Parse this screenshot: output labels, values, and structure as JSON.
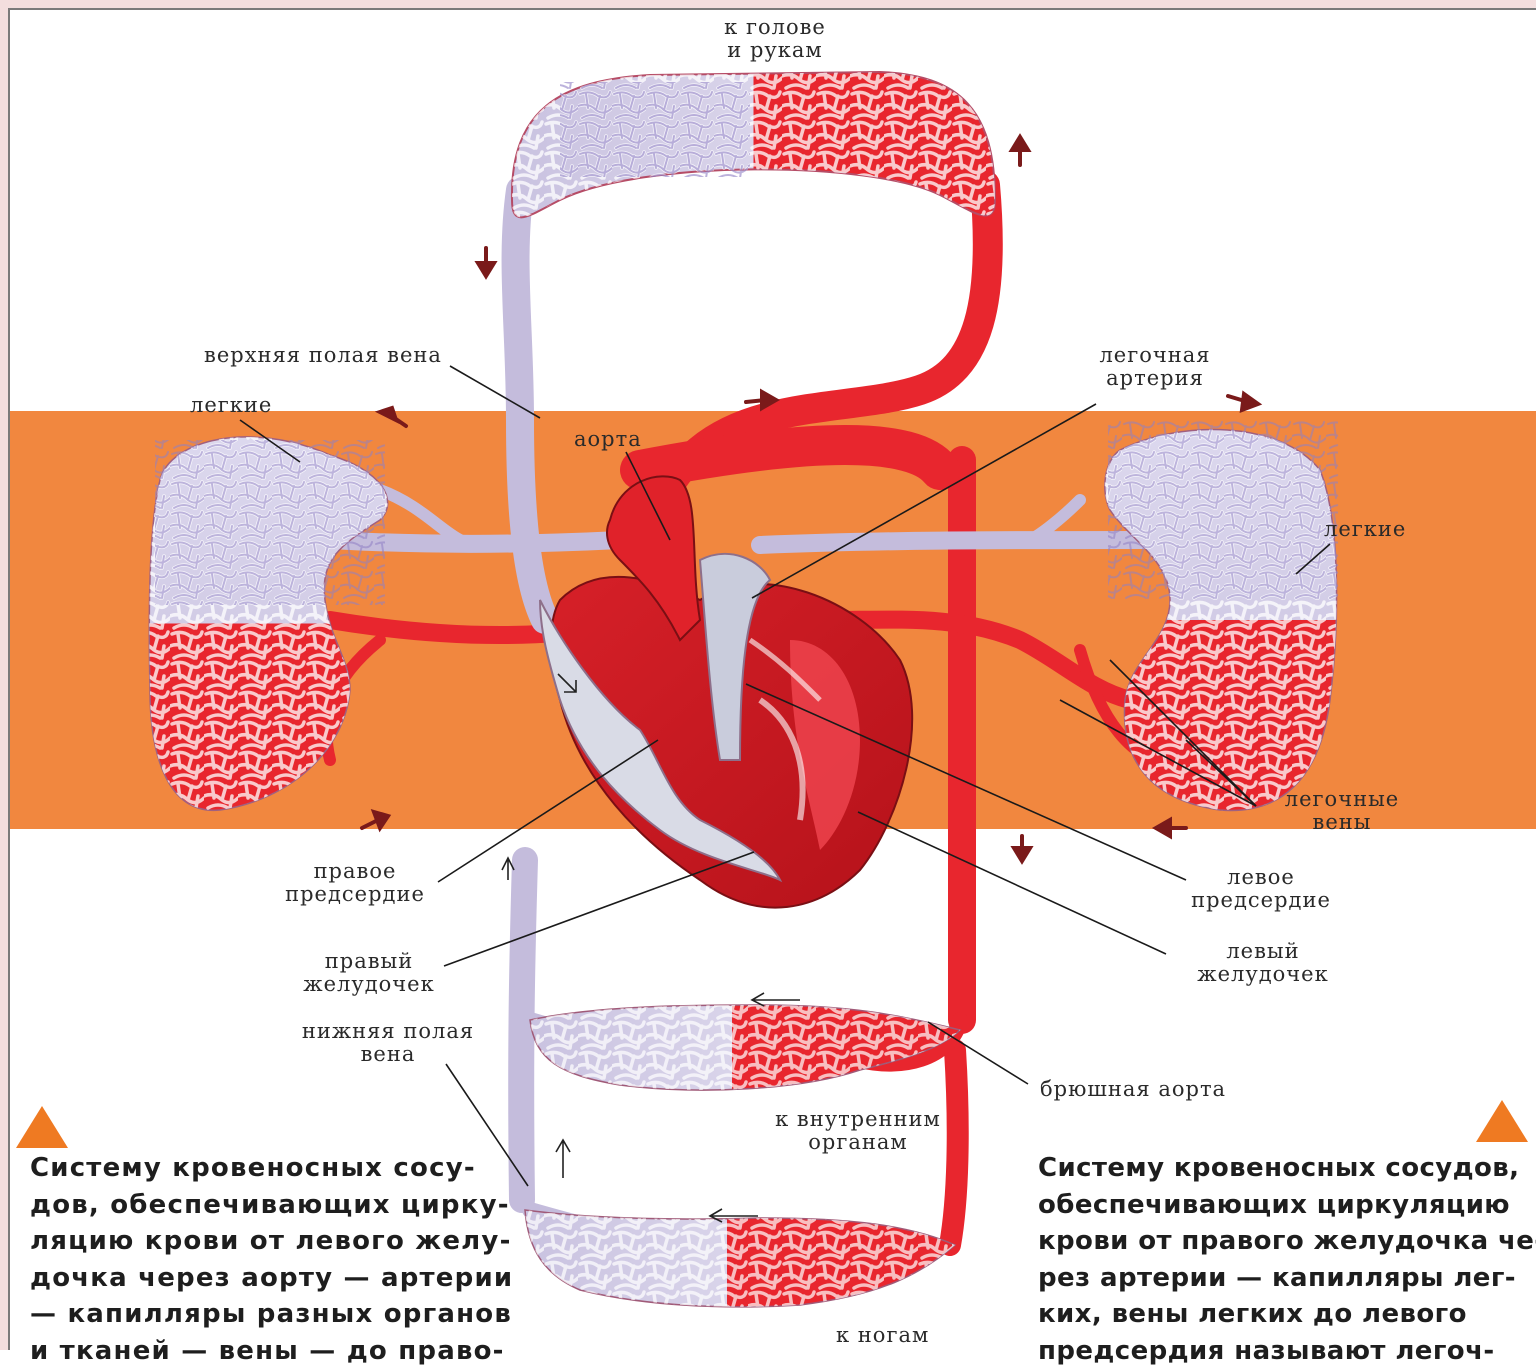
{
  "labels": {
    "to_head_1": "к голове",
    "to_head_2": "и рукам",
    "superior_vena_cava": "верхняя полая вена",
    "lungs_left": "легкие",
    "aorta": "аорта",
    "pulmonary_artery_1": "легочная",
    "pulmonary_artery_2": "артерия",
    "lungs_right": "легкие",
    "pulmonary_veins_1": "легочные",
    "pulmonary_veins_2": "вены",
    "right_atrium_1": "правое",
    "right_atrium_2": "предсердие",
    "left_atrium_1": "левое",
    "left_atrium_2": "предсердие",
    "right_ventricle_1": "правый",
    "right_ventricle_2": "желудочек",
    "left_ventricle_1": "левый",
    "left_ventricle_2": "желудочек",
    "inferior_vena_cava_1": "нижняя полая",
    "inferior_vena_cava_2": "вена",
    "abdominal_aorta": "брюшная аорта",
    "to_internal_organs_1": "к внутренним",
    "to_internal_organs_2": "органам",
    "to_legs": "к ногам"
  },
  "captions": {
    "left": [
      "Систему кровеносных сосу-",
      "дов, обеспечивающих цирку-",
      "ляцию крови от левого желу-",
      "дочка через аорту — артерии",
      "— капилляры разных органов",
      "и тканей — вены — до право-"
    ],
    "right": [
      "Систему кровеносных сосудов,",
      "обеспечивающих циркуляцию",
      "крови от правого желудочка че-",
      "рез артерии — капилляры лег-",
      "ких, вены легких до левого",
      "предсердия называют легоч-"
    ]
  },
  "colors": {
    "band": "#f1873f",
    "arterial": "#e8262e",
    "venous": "#b7aed2",
    "marker": "#ef7a22"
  }
}
